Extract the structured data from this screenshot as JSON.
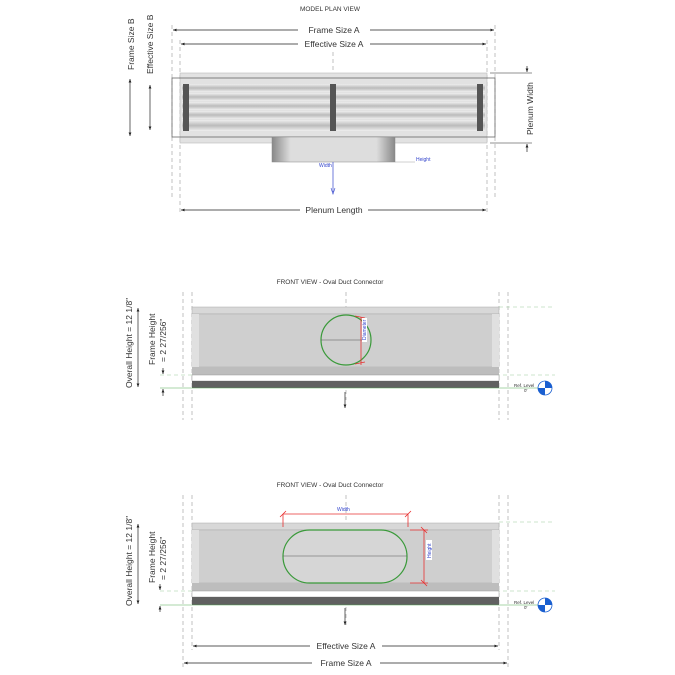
{
  "plan_view": {
    "title": "MODEL PLAN VIEW",
    "frame_size_a": "Frame Size A",
    "effective_size_a": "Effective Size A",
    "frame_size_b": "Frame Size B",
    "effective_size_b": "Effective Size B",
    "plenum_width": "Plenum Width",
    "plenum_length": "Plenum Length",
    "width_label": "Width",
    "height_label": "Height"
  },
  "front_view_round": {
    "title": "FRONT  VIEW - Oval Duct Connector",
    "overall_height": "Overall Height = 12 1/8\"",
    "frame_height_line1": "Frame Height",
    "frame_height_line2": "= 2 27/256\"",
    "diameter_label": "Diameter",
    "ref_level": "Ref. Level",
    "ref_level_value": "0'"
  },
  "front_view_oval": {
    "title": "FRONT  VIEW - Oval Duct Connector",
    "overall_height": "Overall Height = 12 1/8\"",
    "frame_height_line1": "Frame Height",
    "frame_height_line2": "= 2 27/256\"",
    "width_label": "Width",
    "height_label": "Height",
    "ref_level": "Ref. Level",
    "ref_level_value": "0'",
    "effective_size_a": "Effective Size A",
    "frame_size_a": "Frame Size A"
  },
  "colors": {
    "connector_outline": "#3a9a3a",
    "dimension_red": "#e83030",
    "label_blue": "#3344cc",
    "ref_marker_blue": "#1a5fd0"
  }
}
